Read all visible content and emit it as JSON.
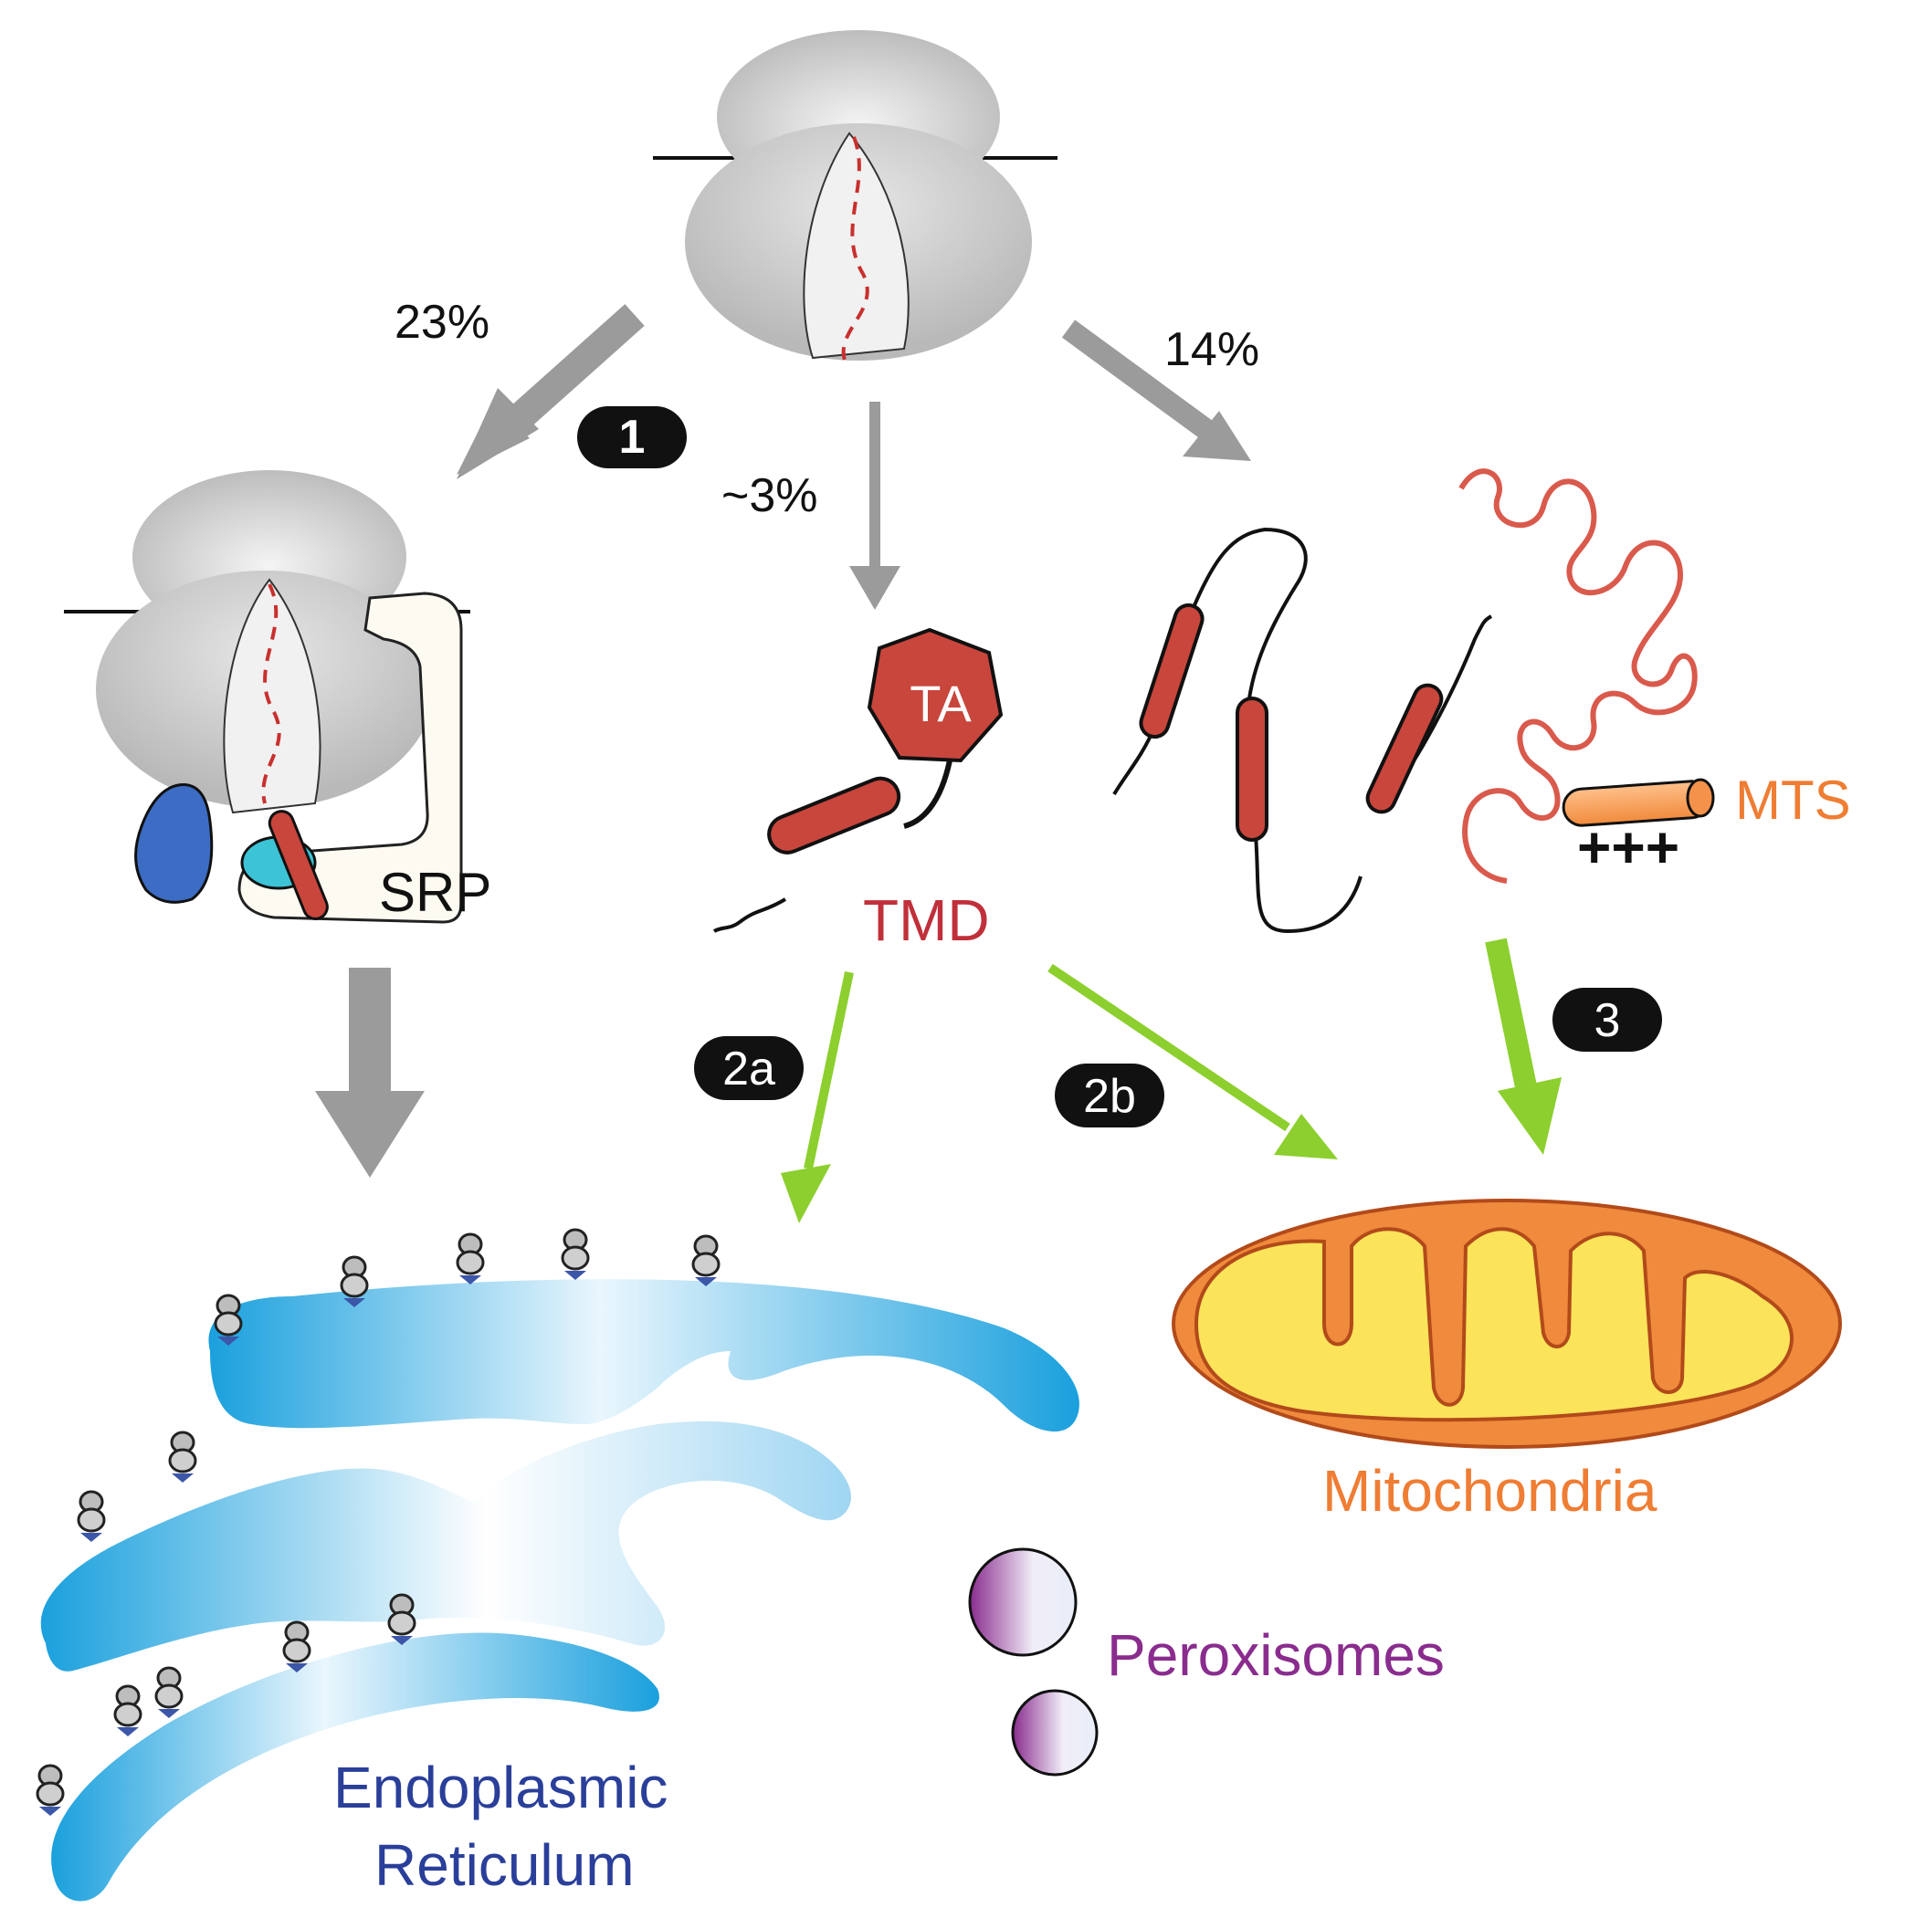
{
  "percentages": {
    "srp_path": "23%",
    "ta_path": "~3%",
    "multi_tm_path": "14%"
  },
  "steps": {
    "step1": "1",
    "step2a": "2a",
    "step2b": "2b",
    "step3": "3"
  },
  "labels": {
    "srp": "SRP",
    "ta": "TA",
    "tmd": "TMD",
    "mts": "MTS",
    "mts_charge": "+++",
    "mitochondria": "Mitochondria",
    "peroxisomes": "Peroxisomes",
    "er_line1": "Endoplasmic",
    "er_line2": "Reticulum"
  },
  "colors": {
    "ribosome_gray": "#c8c8c8",
    "tmd_red": "#c8463c",
    "gray_arrow": "#9b9b9b",
    "green_arrow": "#8ccf2e",
    "step_badge": "#111111",
    "er_blue": "#1ca7e0",
    "mito_outer": "#f08a3c",
    "mito_inner": "#fbe35a",
    "mts_orange": "#f5924a",
    "peroxisome_purple": "#8a2c8e",
    "er_label_blue": "#2a3f9a",
    "mito_label_orange": "#ef7d33",
    "tmd_label_red": "#c0303a"
  }
}
